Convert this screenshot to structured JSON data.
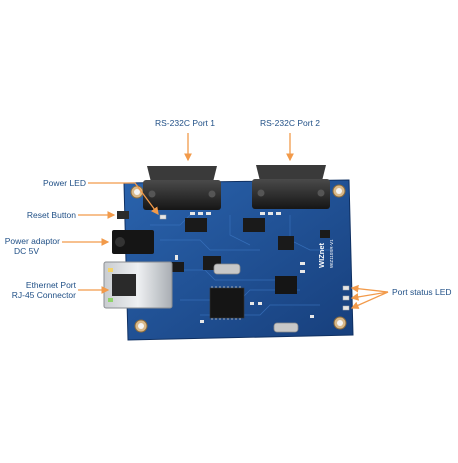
{
  "labels": {
    "rs232_port1": "RS-232C Port 1",
    "rs232_port2": "RS-232C Port 2",
    "power_led": "Power LED",
    "reset_button": "Reset Button",
    "power_adaptor_line1": "Power adaptor",
    "power_adaptor_line2": "DC 5V",
    "ethernet_line1": "Ethernet Port",
    "ethernet_line2": "RJ-45 Connector",
    "port_status_led": "Port status LED"
  },
  "board_marking": {
    "brand": "WIZnet",
    "model": "WIZ110SR-V1"
  },
  "colors": {
    "pcb": "#1e4f93",
    "pcb_dark": "#143a72",
    "label_text": "#1f4f86",
    "arrow": "#f29a4a",
    "connector": "#2a2a2a"
  }
}
